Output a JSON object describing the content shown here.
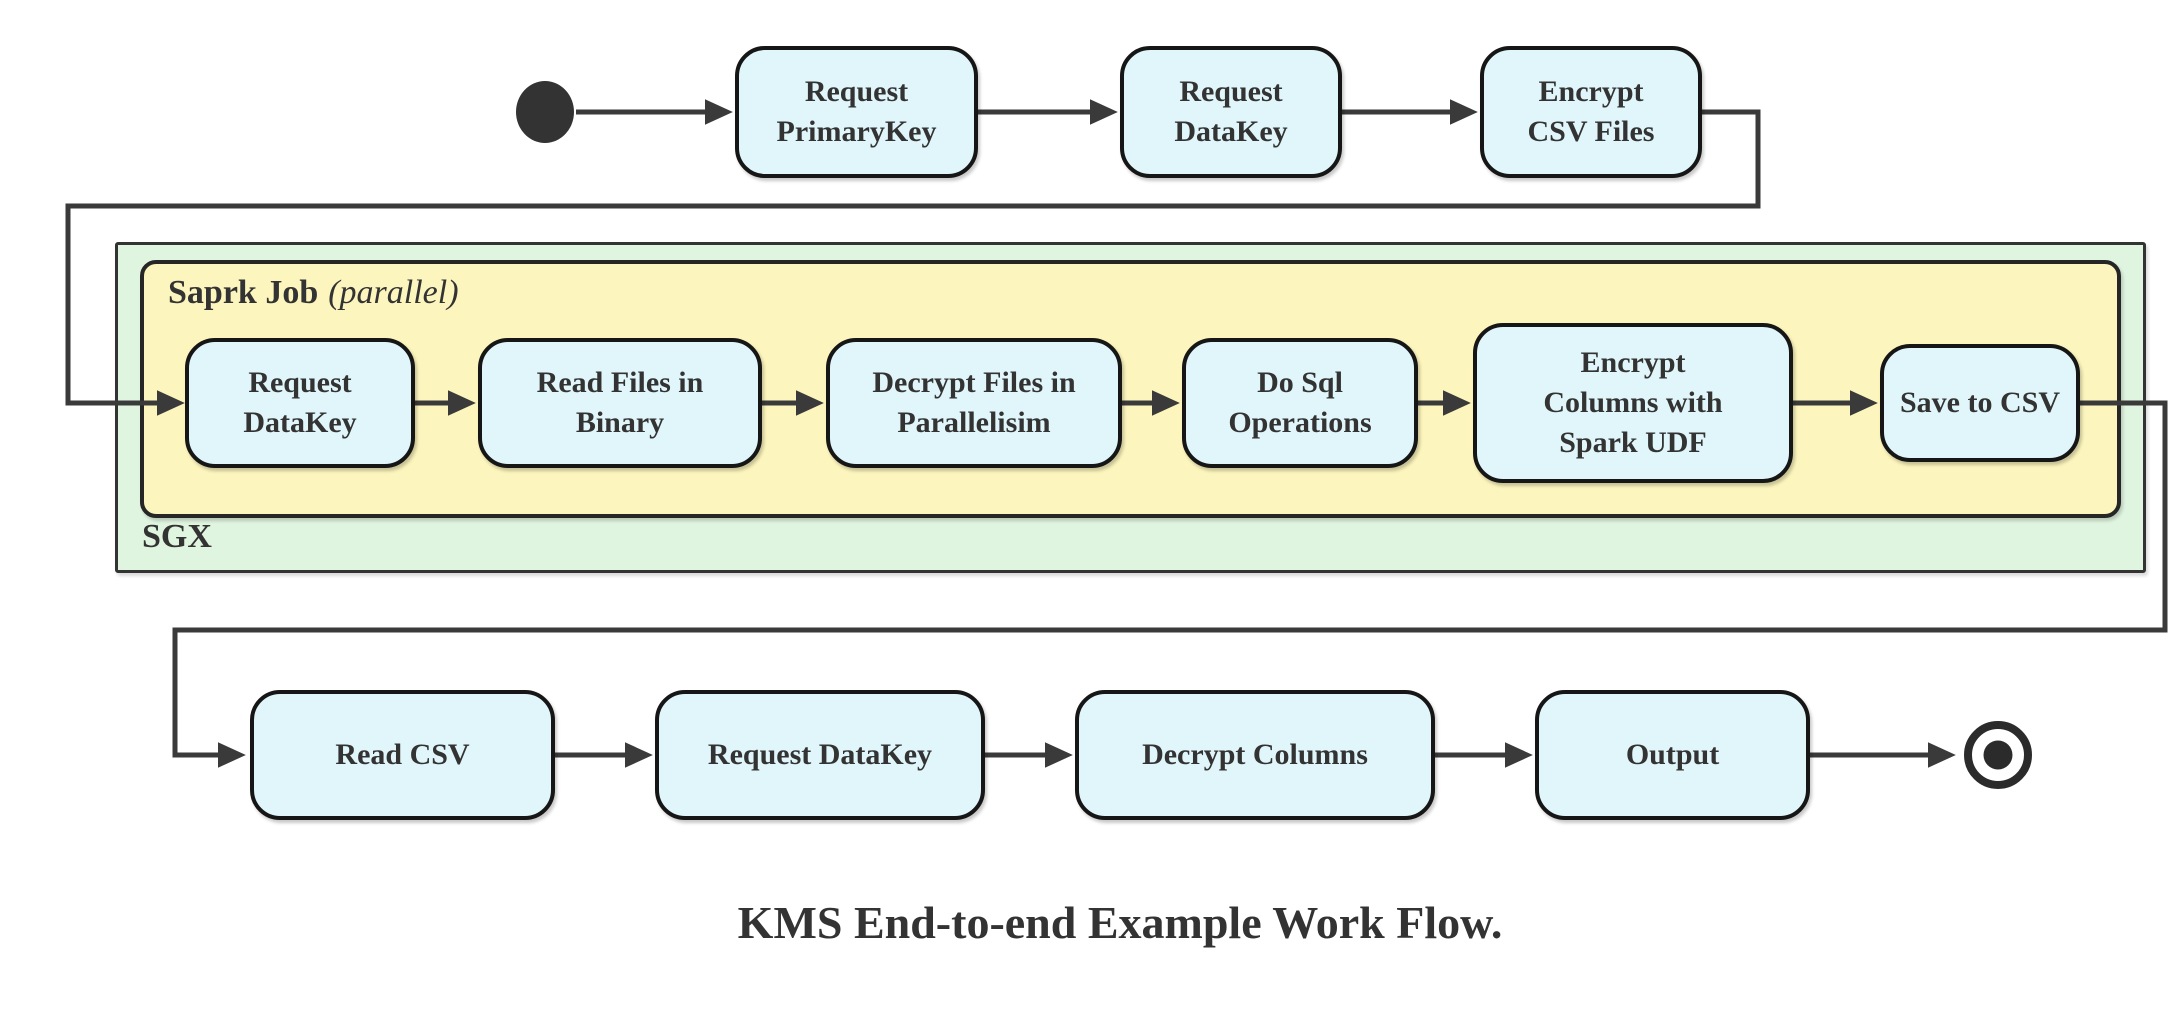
{
  "diagram": {
    "caption": "KMS End-to-end Example Work Flow.",
    "colors": {
      "node_fill": "#E0F6FA",
      "node_border": "#161616",
      "sgx_fill": "#E0F5DF",
      "spark_fill": "#FCF5BD",
      "connector": "#3A3A3A",
      "text": "#333333"
    },
    "start_node": "start-state",
    "end_node": "final-state",
    "top_row": {
      "nodes": [
        {
          "label": "Request\nPrimaryKey"
        },
        {
          "label": "Request\nDataKey"
        },
        {
          "label": "Encrypt\nCSV Files"
        }
      ]
    },
    "sgx_container": {
      "label": "SGX",
      "spark_job": {
        "label": "Saprk Job",
        "qualifier": "(parallel)",
        "nodes": [
          {
            "label": "Request\nDataKey"
          },
          {
            "label": "Read Files in\nBinary"
          },
          {
            "label": "Decrypt Files in\nParallelisim"
          },
          {
            "label": "Do Sql\nOperations"
          },
          {
            "label": "Encrypt\nColumns with\nSpark UDF"
          },
          {
            "label": "Save to CSV"
          }
        ]
      }
    },
    "bottom_row": {
      "nodes": [
        {
          "label": "Read CSV"
        },
        {
          "label": "Request DataKey"
        },
        {
          "label": "Decrypt Columns"
        },
        {
          "label": "Output"
        }
      ]
    }
  }
}
